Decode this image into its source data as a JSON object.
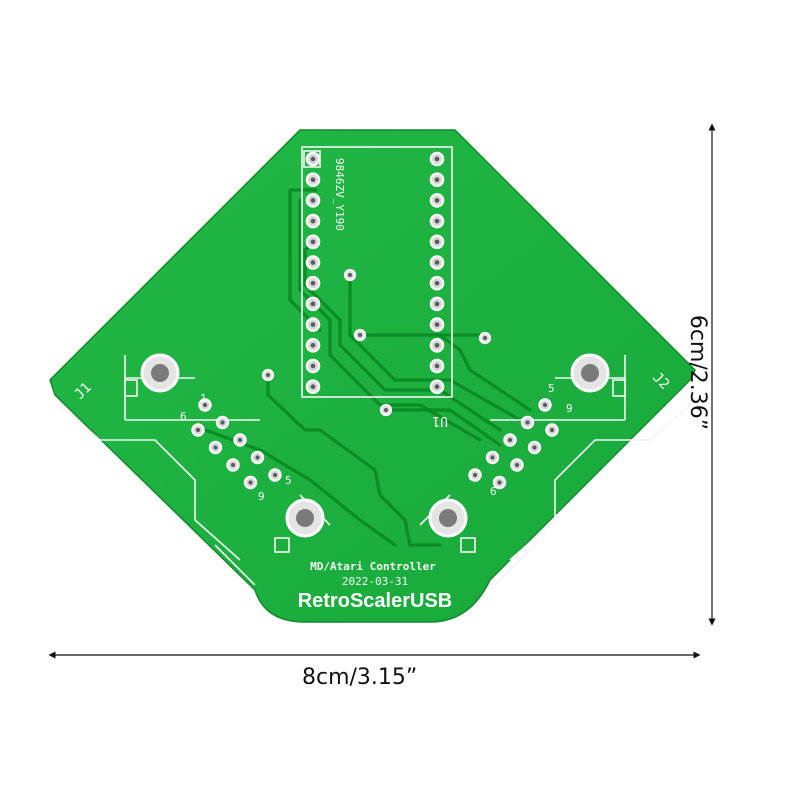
{
  "board": {
    "chip_label": "9846ZV_Y190",
    "chip_ref": "U1",
    "connector_left_ref": "J1",
    "connector_right_ref": "J2",
    "pin_1": "1",
    "pin_5": "5",
    "pin_6": "6",
    "pin_9": "9",
    "title_line": "MD/Atari Controller",
    "date_line": "2022-03-31",
    "brand": "RetroScalerUSB"
  },
  "dimensions": {
    "width_label": "8cm/3.15”",
    "height_label": "6cm/2.36”"
  },
  "colors": {
    "board_green": "#1fb441",
    "trace_green": "#0b8a24",
    "silkscreen": "#ffffff",
    "dimension_lines": "#111111"
  }
}
